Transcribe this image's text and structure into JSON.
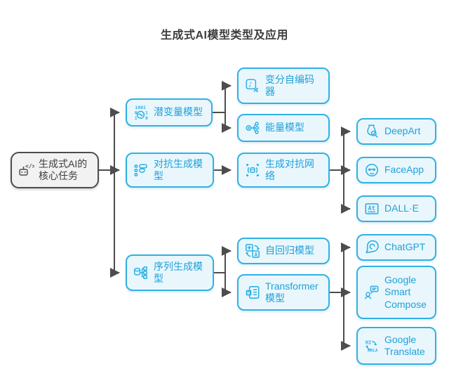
{
  "title": "生成式AI模型类型及应用",
  "colors": {
    "accent": "#2fb1e5",
    "node_fill": "#e9f7fd",
    "node_text": "#1fa0d8",
    "root_border": "#4d4d4d",
    "root_fill": "#f2f2f2",
    "connector": "#4d4d4d",
    "background": "#ffffff"
  },
  "root": {
    "label": "生成式AI的核心任务",
    "icon": "robot-code-icon"
  },
  "nodes": {
    "latent": {
      "label": "潜变量模型",
      "icon": "binary-matrix-icon"
    },
    "vae": {
      "label": "变分自编码器",
      "icon": "media-shuffle-icon"
    },
    "energy": {
      "label": "能量模型",
      "icon": "network-nodes-icon"
    },
    "adversarial": {
      "label": "对抗生成模型",
      "icon": "list-options-icon"
    },
    "gan": {
      "label": "生成对抗网络",
      "icon": "face-scan-icon"
    },
    "deepart": {
      "label": "DeepArt",
      "icon": "vase-search-icon"
    },
    "faceapp": {
      "label": "FaceApp",
      "icon": "face-sunglasses-icon"
    },
    "dalle": {
      "label": "DALL·E",
      "icon": "text-at-icon"
    },
    "sequence": {
      "label": "序列生成模型",
      "icon": "pipeline-icon"
    },
    "autoregressive": {
      "label": "自回归模型",
      "icon": "translate-refresh-icon"
    },
    "transformer": {
      "label": "Transformer模型",
      "icon": "word-doc-icon"
    },
    "chatgpt": {
      "label": "ChatGPT",
      "icon": "chat-bubble-icon"
    },
    "smart_compose": {
      "label": "Google Smart Compose",
      "icon": "person-chat-icon"
    },
    "translate": {
      "label": "Google Translate",
      "icon": "hi-hola-icon"
    }
  },
  "edges": [
    {
      "from": "root",
      "to": "latent"
    },
    {
      "from": "root",
      "to": "adversarial"
    },
    {
      "from": "root",
      "to": "sequence"
    },
    {
      "from": "latent",
      "to": "vae"
    },
    {
      "from": "latent",
      "to": "energy"
    },
    {
      "from": "adversarial",
      "to": "gan"
    },
    {
      "from": "gan",
      "to": "deepart"
    },
    {
      "from": "gan",
      "to": "faceapp"
    },
    {
      "from": "gan",
      "to": "dalle"
    },
    {
      "from": "sequence",
      "to": "autoregressive"
    },
    {
      "from": "sequence",
      "to": "transformer"
    },
    {
      "from": "transformer",
      "to": "chatgpt"
    },
    {
      "from": "transformer",
      "to": "smart_compose"
    },
    {
      "from": "transformer",
      "to": "translate"
    }
  ]
}
